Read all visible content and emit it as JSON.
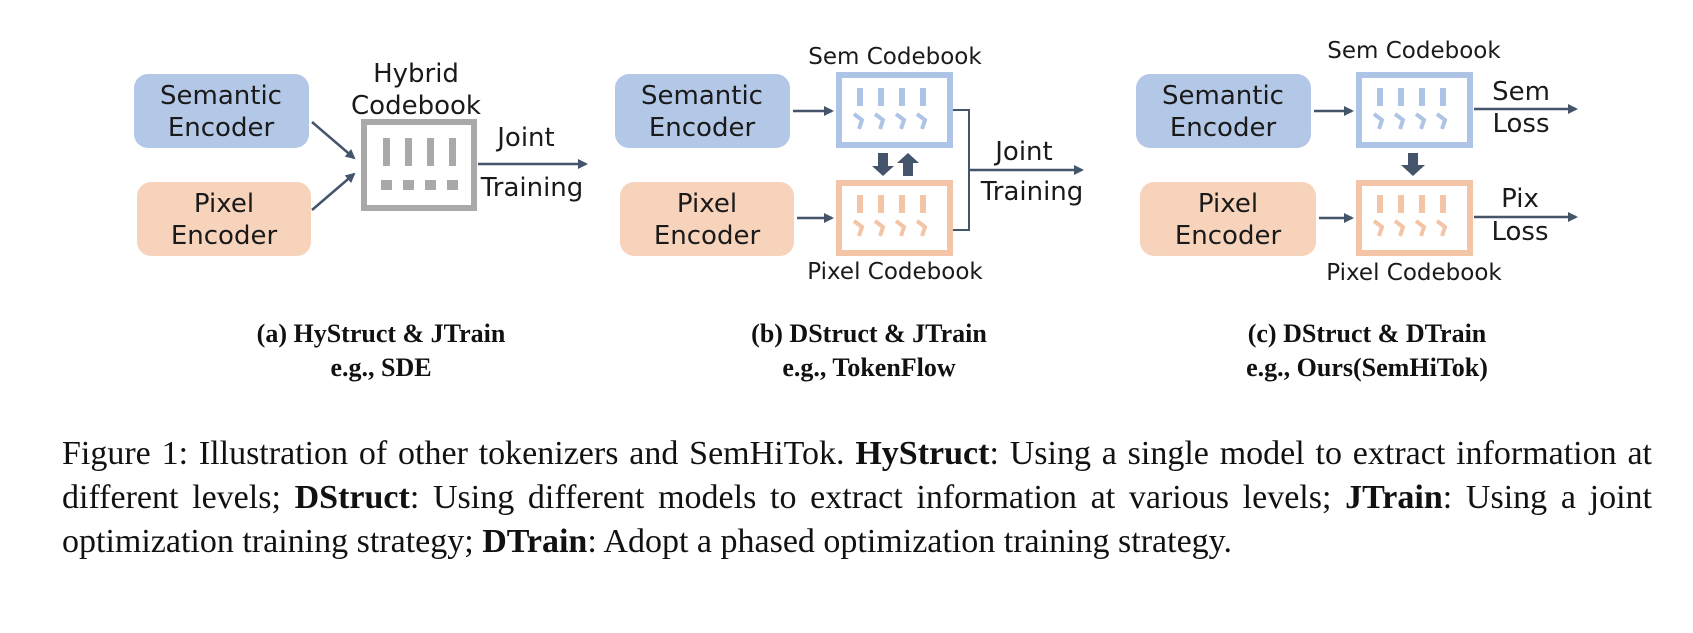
{
  "panel_a": {
    "semantic_encoder": [
      "Semantic",
      "Encoder"
    ],
    "pixel_encoder": [
      "Pixel",
      "Encoder"
    ],
    "codebook": [
      "Hybrid",
      "Codebook"
    ],
    "training": [
      "Joint",
      "Training"
    ],
    "caption": [
      "(a) HyStruct  &  JTrain",
      "e.g., SDE"
    ]
  },
  "panel_b": {
    "semantic_encoder": [
      "Semantic",
      "Encoder"
    ],
    "pixel_encoder": [
      "Pixel",
      "Encoder"
    ],
    "sem_codebook": "Sem Codebook",
    "pixel_codebook": "Pixel Codebook",
    "training": [
      "Joint",
      "Training"
    ],
    "caption": [
      "(b) DStruct & JTrain",
      "e.g., TokenFlow"
    ]
  },
  "panel_c": {
    "semantic_encoder": [
      "Semantic",
      "Encoder"
    ],
    "pixel_encoder": [
      "Pixel",
      "Encoder"
    ],
    "sem_codebook": "Sem Codebook",
    "pixel_codebook": "Pixel Codebook",
    "sem_loss": [
      "Sem",
      "Loss"
    ],
    "pix_loss": [
      "Pix",
      "Loss"
    ],
    "caption": [
      "(c) DStruct & DTrain",
      "e.g., Ours(SemHiTok)"
    ]
  },
  "figure_caption": {
    "lead": "Figure 1: Illustration of other tokenizers and SemHiTok. ",
    "term1": "HyStruct",
    "text1": ": Using a single model to extract information at different levels; ",
    "term2": "DStruct",
    "text2": ": Using different models to extract information at various levels; ",
    "term3": "JTrain",
    "text3": ": Using a joint optimization training strategy; ",
    "term4": "DTrain",
    "text4": ": Adopt a phased optimization training strategy."
  },
  "colors": {
    "semantic_fill": "#b3c7e6",
    "pixel_fill": "#f8d3bb",
    "sem_codebook_stroke": "#aec4e6",
    "pixel_codebook_stroke": "#f3c4a6",
    "hybrid_codebook_stroke": "#a9a9a9",
    "arrow": "#44546a"
  }
}
